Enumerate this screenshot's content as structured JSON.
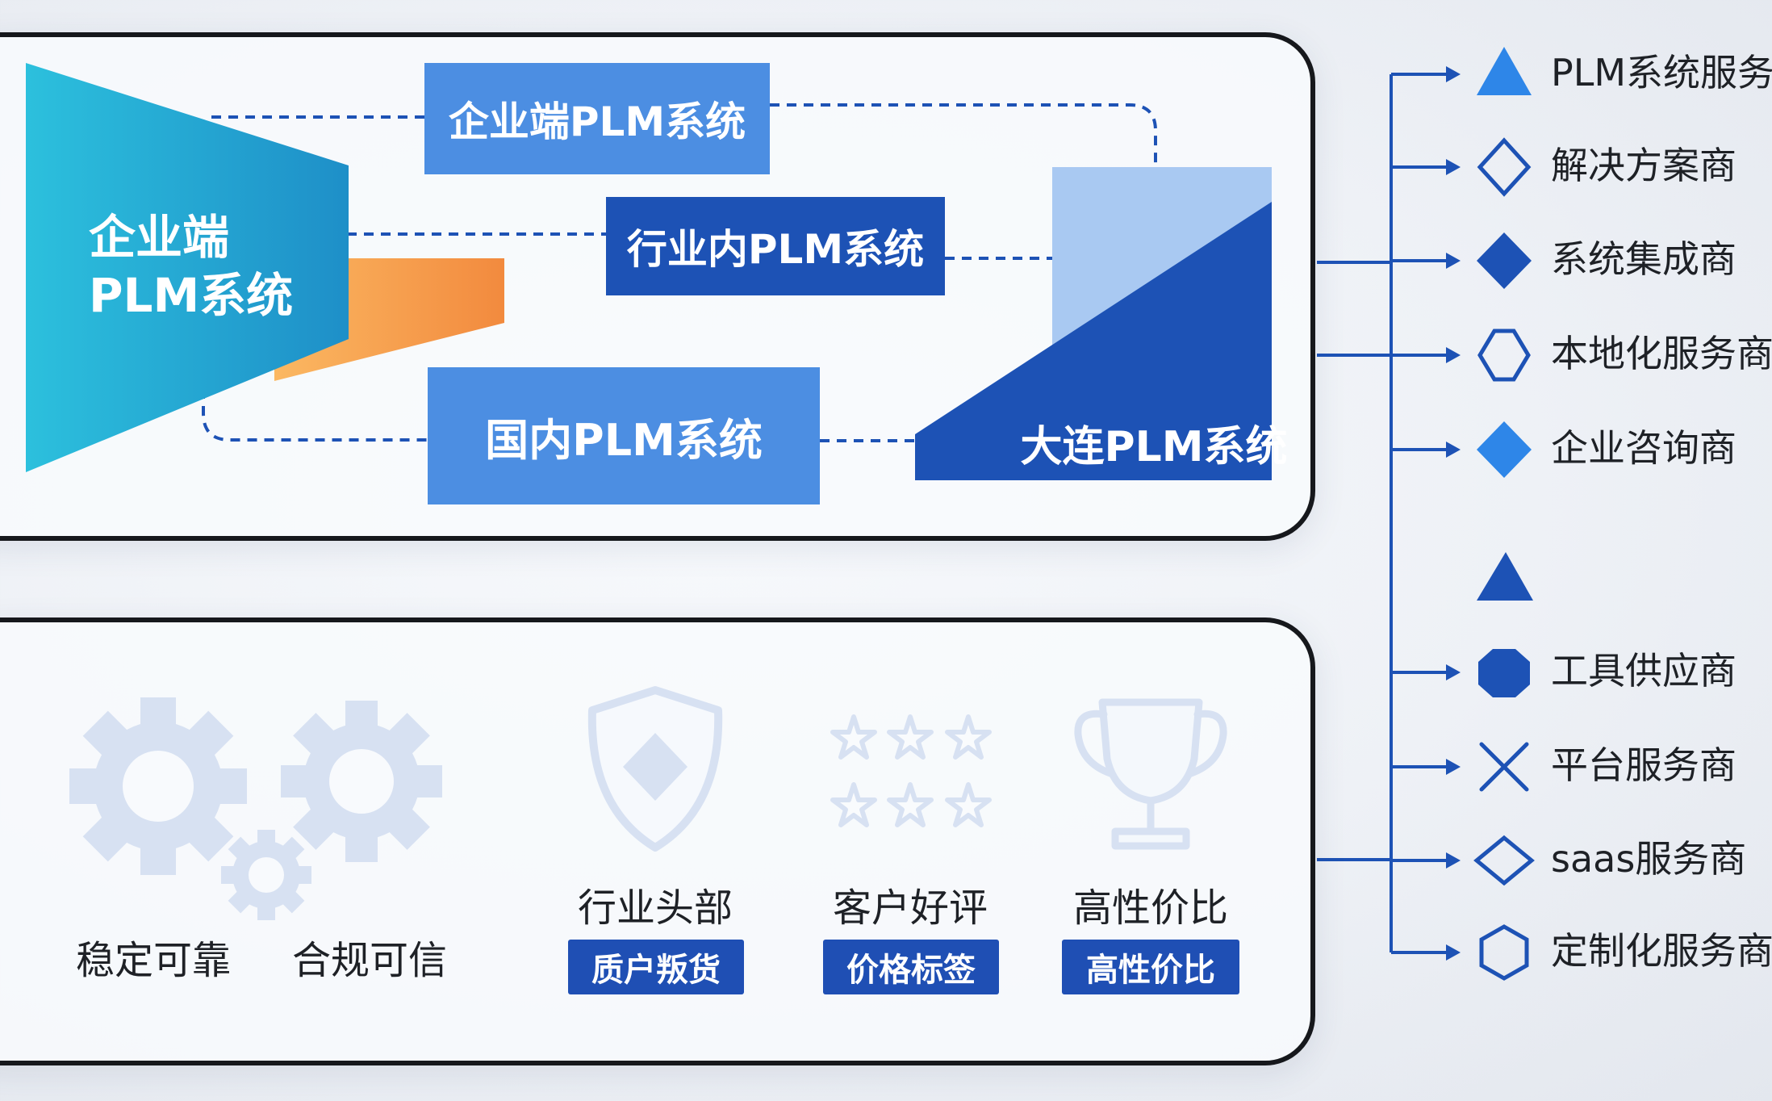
{
  "top_panel": {
    "funnel_label_line1": "企业端",
    "funnel_label_line2": "PLM系统",
    "box_enterprise": "企业端PLM系统",
    "box_industry": "行业内PLM系统",
    "box_domestic": "国内PLM系统",
    "box_dalian": "大连PLM系统"
  },
  "bottom_panel": {
    "stable_reliable": "稳定可靠",
    "compliant_trusted": "合规可信",
    "industry_leader": "行业头部",
    "industry_leader_tag": "质户叛货",
    "customer_praise": "客户好评",
    "customer_praise_tag": "价格标签",
    "cost_effective": "高性价比",
    "cost_effective_tag": "高性价比"
  },
  "legend": {
    "items": [
      {
        "label": "PLM系统服务商",
        "icon": "triangle-filled-icon"
      },
      {
        "label": "解决方案商",
        "icon": "diamond-outline-icon"
      },
      {
        "label": "系统集成商",
        "icon": "diamond-filled-icon"
      },
      {
        "label": "本地化服务商",
        "icon": "diamond-notched-outline-icon"
      },
      {
        "label": "企业咨询商",
        "icon": "diamond-filled-light-icon"
      },
      {
        "label": "",
        "icon": "triangle-filled-icon"
      },
      {
        "label": "工具供应商",
        "icon": "hexagon-filled-icon"
      },
      {
        "label": "平台服务商",
        "icon": "cross-icon"
      },
      {
        "label": "saas服务商",
        "icon": "diamond-wide-outline-icon"
      },
      {
        "label": "定制化服务商",
        "icon": "hexagon-outline-icon"
      }
    ]
  },
  "colors": {
    "dark_blue": "#1d52b5",
    "mid_blue": "#4c8ee2",
    "light_blue": "#a9c9f2",
    "cyan": "#2bb6d8",
    "orange": "#f59a4a",
    "outline": "#16181c"
  }
}
